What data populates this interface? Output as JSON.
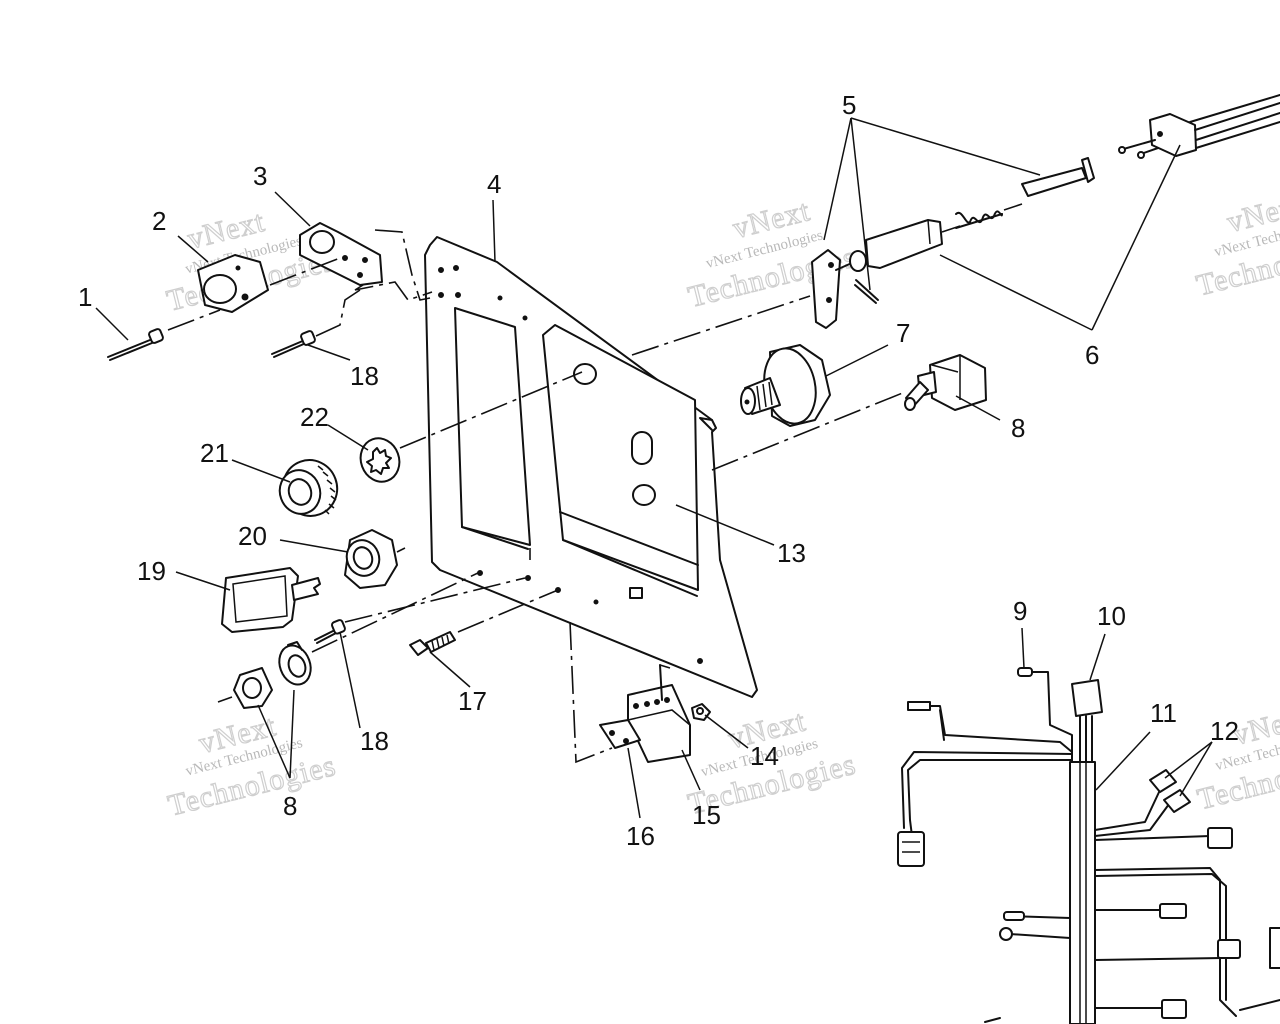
{
  "callouts": [
    "1",
    "2",
    "3",
    "4",
    "5",
    "6",
    "7",
    "8",
    "8",
    "9",
    "10",
    "11",
    "12",
    "13",
    "14",
    "15",
    "16",
    "17",
    "18",
    "18",
    "19",
    "20",
    "21",
    "22"
  ],
  "watermark": {
    "line1": "vNext Technologies",
    "line2": "Technologies",
    "line3": "vNext"
  }
}
